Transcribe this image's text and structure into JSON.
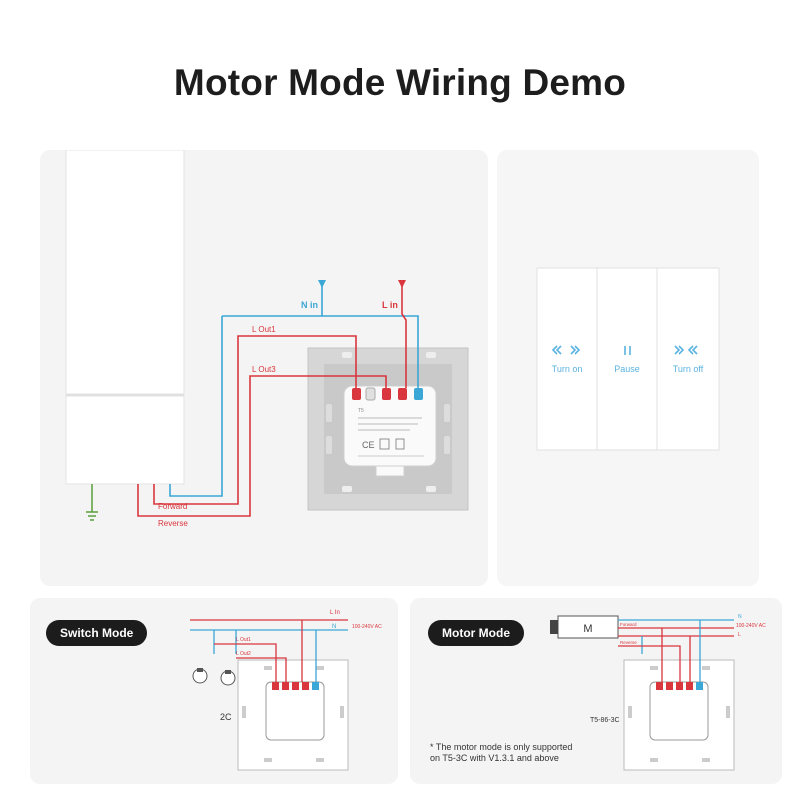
{
  "title": "Motor Mode Wiring Demo",
  "main": {
    "n_in": "N in",
    "l_in": "L in",
    "l_out1": "L Out1",
    "l_out3": "L Out3",
    "forward": "Forward",
    "reverse": "Reverse",
    "module_model": "T5"
  },
  "switch_face": {
    "buttons": [
      {
        "label": "Turn on",
        "icon": "double-chevron-left-right-icon"
      },
      {
        "label": "Pause",
        "icon": "pause-icon"
      },
      {
        "label": "Turn off",
        "icon": "double-chevron-inward-icon"
      }
    ]
  },
  "switch_mode": {
    "badge": "Switch Mode",
    "l_in": "L In",
    "n": "N",
    "voltage": "100-240V AC",
    "l_out1": "L Out1",
    "l_out2": "L Out2",
    "model": "2C"
  },
  "motor_mode": {
    "badge": "Motor Mode",
    "n": "N",
    "voltage": "100-240V AC",
    "l": "L",
    "forward": "Forward",
    "reverse": "Reverse",
    "model": "T5-86-3C",
    "note_line1": "* The motor mode is only supported",
    "note_line2": "on T5-3C with V1.3.1 and above"
  },
  "colors": {
    "neutral_wire": "#3aa7d6",
    "live_wire": "#d9363e",
    "panel_bg": "#f4f4f4",
    "badge_bg": "#1c1c1c",
    "button_icon": "#5ab3e0"
  }
}
